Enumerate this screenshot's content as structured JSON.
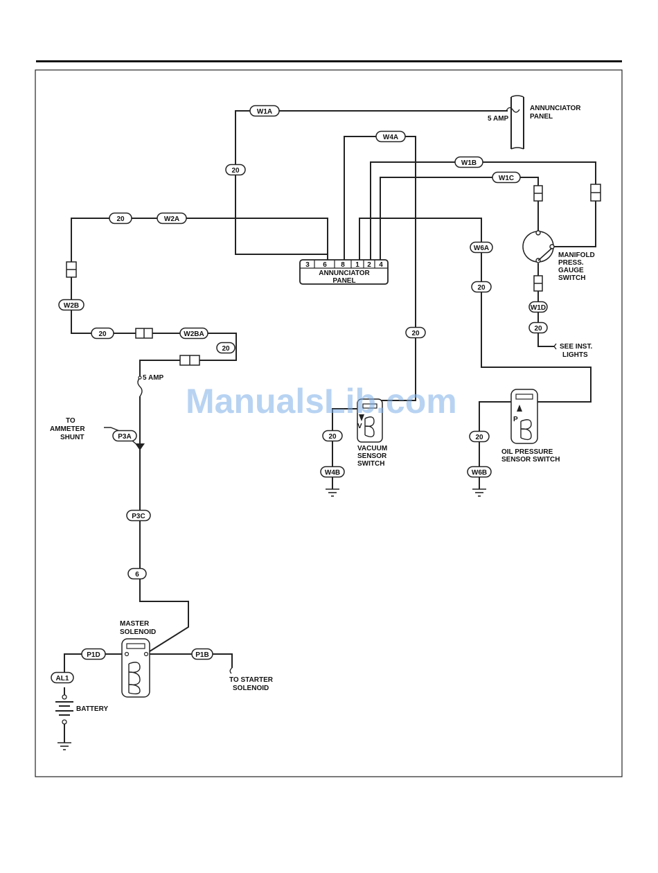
{
  "watermark": "ManualsLib.com",
  "wire_tags": [
    {
      "id": "w1a",
      "label": "W1A"
    },
    {
      "id": "w4a",
      "label": "W4A"
    },
    {
      "id": "w1b",
      "label": "W1B"
    },
    {
      "id": "w1c",
      "label": "W1C"
    },
    {
      "id": "w2a",
      "label": "W2A"
    },
    {
      "id": "w2a-gauge",
      "label": "20"
    },
    {
      "id": "w1a-gauge",
      "label": "20"
    },
    {
      "id": "w6a",
      "label": "W6A"
    },
    {
      "id": "w6a-gauge",
      "label": "20"
    },
    {
      "id": "w1d",
      "label": "W1D"
    },
    {
      "id": "w1d-gauge",
      "label": "20"
    },
    {
      "id": "w2b",
      "label": "W2B"
    },
    {
      "id": "w2b-gauge",
      "label": "20"
    },
    {
      "id": "w2ba",
      "label": "W2BA"
    },
    {
      "id": "w2ba-gauge",
      "label": "20"
    },
    {
      "id": "w4a-gauge",
      "label": "20"
    },
    {
      "id": "p3a",
      "label": "P3A"
    },
    {
      "id": "w4b-gauge",
      "label": "20"
    },
    {
      "id": "w4b",
      "label": "W4B"
    },
    {
      "id": "w6b-gauge",
      "label": "20"
    },
    {
      "id": "w6b",
      "label": "W6B"
    },
    {
      "id": "p3c",
      "label": "P3C"
    },
    {
      "id": "p3c-gauge",
      "label": "6"
    },
    {
      "id": "p1d",
      "label": "P1D"
    },
    {
      "id": "p1b",
      "label": "P1B"
    },
    {
      "id": "al1",
      "label": "AL1"
    }
  ],
  "annunciator_panel": {
    "pins": [
      "3",
      "6",
      "8",
      "1",
      "2",
      "4"
    ],
    "line1": "ANNUNCIATOR",
    "line2": "PANEL"
  },
  "labels": {
    "annunciator_top_1": "ANNUNCIATOR",
    "annunciator_top_2": "PANEL",
    "fuse_top": "5 AMP",
    "fuse_left": "5 AMP",
    "manifold_1": "MANIFOLD",
    "manifold_2": "PRESS.",
    "manifold_3": "GAUGE",
    "manifold_4": "SWITCH",
    "inst_lights_1": "SEE INST.",
    "inst_lights_2": "LIGHTS",
    "ammeter_1": "TO",
    "ammeter_2": "AMMETER",
    "ammeter_3": "SHUNT",
    "vacuum_1": "VACUUM",
    "vacuum_2": "SENSOR",
    "vacuum_3": "SWITCH",
    "vacuum_v": "V",
    "oil_1": "OIL PRESSURE",
    "oil_2": "SENSOR SWITCH",
    "oil_p": "P",
    "master_1": "MASTER",
    "master_2": "SOLENOID",
    "starter_1": "TO STARTER",
    "starter_2": "SOLENOID",
    "battery": "BATTERY"
  }
}
